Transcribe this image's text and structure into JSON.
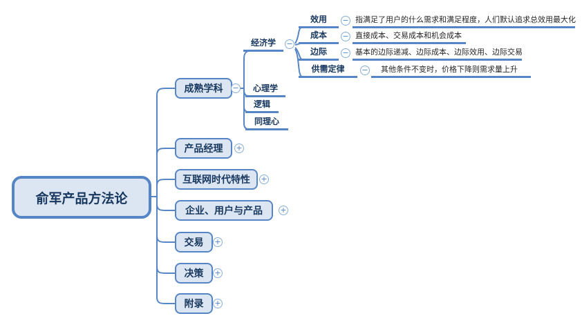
{
  "root": {
    "label": "俞军产品方法论"
  },
  "branches": [
    {
      "label": "成熟学科",
      "state": "expanded"
    },
    {
      "label": "产品经理",
      "state": "collapsed"
    },
    {
      "label": "互联网时代特性",
      "state": "collapsed"
    },
    {
      "label": "企业、用户与产品",
      "state": "collapsed"
    },
    {
      "label": "交易",
      "state": "collapsed"
    },
    {
      "label": "决策",
      "state": "collapsed"
    },
    {
      "label": "附录",
      "state": "collapsed"
    }
  ],
  "mature_children": [
    {
      "label": "经济学",
      "state": "expanded"
    },
    {
      "label": "心理学"
    },
    {
      "label": "逻辑"
    },
    {
      "label": "同理心"
    }
  ],
  "economics_children": [
    {
      "label": "效用",
      "state": "expanded",
      "desc": "指满足了用户的什么需求和满足程度，人们默认追求总效用最大化"
    },
    {
      "label": "成本",
      "state": "expanded",
      "desc": "直接成本、交易成本和机会成本"
    },
    {
      "label": "边际",
      "state": "expanded",
      "desc": "基本的边际递减、边际成本、边际效用、边际交易"
    },
    {
      "label": "供需定律",
      "state": "expanded",
      "desc": "其他条件不变时，价格下降则需求量上升"
    }
  ],
  "icons": {
    "collapse": "−",
    "expand": "+"
  },
  "colors": {
    "line": "#5585c5",
    "node_fill": "#dce6f2",
    "node_border": "#5585c5",
    "node_text": "#17375e",
    "note_text": "#262626",
    "toggle_border": "#8aaeda"
  }
}
